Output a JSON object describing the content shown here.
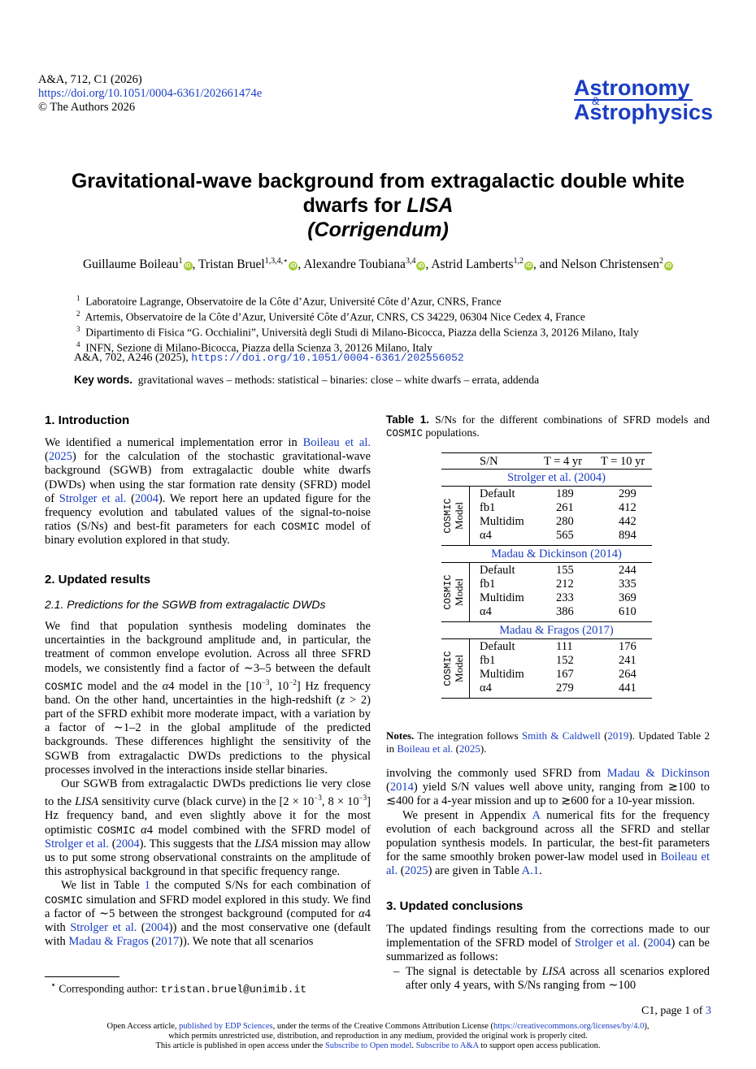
{
  "header": {
    "journal_ref": "A&A, 712, C1  (2026)",
    "doi": "https://doi.org/10.1051/0004-6361/202661474e",
    "copyright": "© The Authors 2026",
    "logo_line1": "Astronomy",
    "logo_amp": "&",
    "logo_line2": "Astrophysics"
  },
  "title": {
    "line1": "Gravitational-wave background from extragalactic double white",
    "line2_prefix": "dwarfs for ",
    "line2_italic": "LISA",
    "line3": "(Corrigendum)"
  },
  "authors": [
    {
      "name": "Guillaume Boileau",
      "sup": "1"
    },
    {
      "name": "Tristan Bruel",
      "sup": "1,3,4,⋆"
    },
    {
      "name": "Alexandre Toubiana",
      "sup": "3,4"
    },
    {
      "name": "Astrid Lamberts",
      "sup": "1,2"
    },
    {
      "name": "Nelson Christensen",
      "sup": "2"
    }
  ],
  "authors_and": "and",
  "affiliations": [
    {
      "num": "1",
      "text": "Laboratoire Lagrange, Observatoire de la Côte d’Azur, Université Côte d’Azur, CNRS, France"
    },
    {
      "num": "2",
      "text": "Artemis, Observatoire de la Côte d’Azur, Université Côte d’Azur, CNRS, CS 34229, 06304 Nice Cedex 4, France"
    },
    {
      "num": "3",
      "text": "Dipartimento di Fisica “G. Occhialini”, Università degli Studi di Milano-Bicocca, Piazza della Scienza 3, 20126 Milano, Italy"
    },
    {
      "num": "4",
      "text": "INFN, Sezione di Milano-Bicocca, Piazza della Scienza 3, 20126 Milano, Italy"
    }
  ],
  "original_ref": {
    "text": "A&A, 702, A246 (2025),",
    "link": "https://doi.org/10.1051/0004-6361/202556052"
  },
  "keywords": {
    "label": "Key words.",
    "text": "gravitational waves – methods: statistical – binaries: close – white dwarfs – errata, addenda"
  },
  "sections": {
    "intro_title": "1. Introduction",
    "results_title": "2. Updated results",
    "results_sub": "2.1. Predictions for the SGWB from extragalactic DWDs",
    "conclusions_title": "3. Updated conclusions"
  },
  "links": {
    "boileau": "Boileau et al.",
    "y2025": "2025",
    "strolger": "Strolger et al.",
    "y2004": "2004",
    "madau_fragos": "Madau & Fragos",
    "y2017": "2017",
    "madau_dickinson": "Madau & Dickinson",
    "y2014": "2014",
    "smith": "Smith & Caldwell",
    "y2019": "2019",
    "table1": "1",
    "appendixA": "A",
    "tableA1": "A.1"
  },
  "table1": {
    "caption_label": "Table 1.",
    "caption_text": "S/Ns for the different combinations of SFRD models and",
    "caption_code": "COSMIC",
    "caption_end": "populations.",
    "col_sn": "S/N",
    "col_t4": "T = 4 yr",
    "col_t10": "T = 10 yr",
    "group_label_code": "COSMIC",
    "group_label_model": "Model",
    "groups": [
      {
        "title": "Strolger et al. (2004)",
        "rows": [
          {
            "model": "Default",
            "t4": "189",
            "t10": "299"
          },
          {
            "model": "fb1",
            "t4": "261",
            "t10": "412"
          },
          {
            "model": "Multidim",
            "t4": "280",
            "t10": "442"
          },
          {
            "model": "α4",
            "t4": "565",
            "t10": "894"
          }
        ]
      },
      {
        "title": "Madau & Dickinson (2014)",
        "rows": [
          {
            "model": "Default",
            "t4": "155",
            "t10": "244"
          },
          {
            "model": "fb1",
            "t4": "212",
            "t10": "335"
          },
          {
            "model": "Multidim",
            "t4": "233",
            "t10": "369"
          },
          {
            "model": "α4",
            "t4": "386",
            "t10": "610"
          }
        ]
      },
      {
        "title": "Madau & Fragos (2017)",
        "rows": [
          {
            "model": "Default",
            "t4": "111",
            "t10": "176"
          },
          {
            "model": "fb1",
            "t4": "152",
            "t10": "241"
          },
          {
            "model": "Multidim",
            "t4": "167",
            "t10": "264"
          },
          {
            "model": "α4",
            "t4": "279",
            "t10": "441"
          }
        ]
      }
    ],
    "notes_label": "Notes.",
    "notes_text1": "The integration follows",
    "notes_text2": "Updated",
    "notes_text3": "Table 2 in"
  },
  "footnote": {
    "mark": "⋆",
    "text": "Corresponding author:",
    "email": "tristan.bruel@unimib.it"
  },
  "page": {
    "label": "C1, page 1 of",
    "total": "3"
  },
  "license": {
    "l1a": "Open Access article,",
    "l1link1": "published by EDP Sciences",
    "l1b": ", under the terms of the Creative Commons Attribution License (",
    "l1link2": "https://creativecommons.org/licenses/by/4.0",
    "l1c": "),",
    "l2": "which permits unrestricted use, distribution, and reproduction in any medium, provided the original work is properly cited.",
    "l3a": "This article is published in open access under the",
    "l3link1": "Subscribe to Open model",
    "l3link2": "Subscribe to A&A",
    "l3b": "to support open access publication."
  }
}
